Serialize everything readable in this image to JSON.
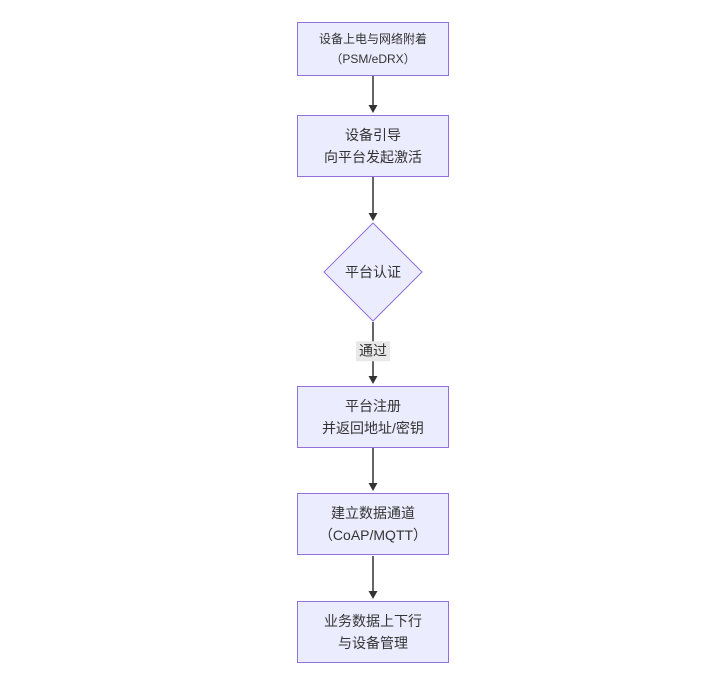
{
  "diagram": {
    "type": "flowchart-vertical",
    "nodes": [
      {
        "id": "power-attach",
        "line1": "设备上电与网络附着",
        "line2": "（PSM/eDRX）"
      },
      {
        "id": "bootstrap",
        "line1": "设备引导",
        "line2": "向平台发起激活"
      },
      {
        "id": "platform-auth",
        "label": "平台认证"
      },
      {
        "id": "register",
        "line1": "平台注册",
        "line2": "并返回地址/密钥"
      },
      {
        "id": "data-channel",
        "line1": "建立数据通道",
        "line2": "（CoAP/MQTT）"
      },
      {
        "id": "business",
        "line1": "业务数据上下行",
        "line2": "与设备管理"
      }
    ],
    "edge_label": "通过",
    "colors": {
      "node_fill": "#ECECFF",
      "node_border": "#9370DB",
      "arrow": "#333333",
      "edge_label_bg": "#e8e8e8",
      "text": "#333333"
    }
  }
}
